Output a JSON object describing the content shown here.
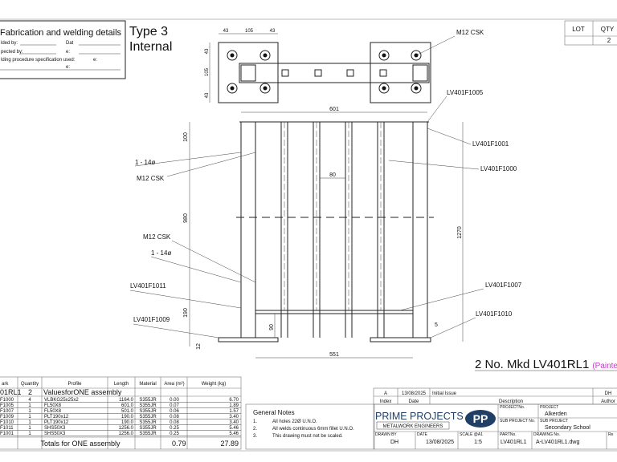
{
  "fab_box": {
    "title": "Fabrication and welding details",
    "welded_by": "lded by:",
    "inspected_by": "pected by:",
    "wps": "lding procedure specification used:",
    "date1": "Dat",
    "date2": "e:",
    "date3": "e:",
    "date4": "e:"
  },
  "type_box": {
    "line1": "Type 3",
    "line2": "Internal"
  },
  "lot_qty": {
    "lot_header": "LOT",
    "qty_header": "QTY",
    "lot": "",
    "qty": "2"
  },
  "plan_view": {
    "dims": [
      "43",
      "105",
      "43"
    ],
    "vdims": [
      "43",
      "105",
      "43"
    ],
    "label_m12": "M12 CSK"
  },
  "elevation": {
    "dim_width": "601",
    "dim_spacing": "80",
    "dim_bottom": "551",
    "dim_100": "100",
    "dim_980": "980",
    "dim_190": "190",
    "dim_12": "12",
    "dim_90": "90",
    "dim_1270": "1270",
    "dim_5": "5",
    "labels": {
      "f1005": "LV401F1005",
      "f1001": "LV401F1001",
      "f1000": "LV401F1000",
      "hole_top": "1 - 14ø",
      "csk_top": "M12 CSK",
      "csk_mid": "M12 CSK",
      "hole_mid": "1 - 14ø",
      "f1011": "LV401F1011",
      "f1007": "LV401F1007",
      "f1010": "LV401F1010",
      "f1009": "LV401F1009"
    }
  },
  "assembly_title": {
    "text": "2 No. Mkd LV401RL1",
    "painted": "(Painted)",
    "painted_color": "#cc33cc"
  },
  "bom": {
    "headers": [
      "ark",
      "Quantity",
      "Profile",
      "Length",
      "Material",
      "Area (m²)",
      "Weight (kg)"
    ],
    "assembly": {
      "mark": "01RL1",
      "qty": "2",
      "desc": "ValuesforONE assembly"
    },
    "rows": [
      {
        "mark": "F1000",
        "qty": "4",
        "profile": "VLBKG25x25x2",
        "length": "1164.0",
        "material": "S355JR",
        "area": "0.00",
        "weight": "6.70"
      },
      {
        "mark": "F1005",
        "qty": "1",
        "profile": "FL50X8",
        "length": "601.0",
        "material": "S355JR",
        "area": "0.07",
        "weight": "1.89"
      },
      {
        "mark": "F1007",
        "qty": "1",
        "profile": "FL50X8",
        "length": "501.0",
        "material": "S355JR",
        "area": "0.06",
        "weight": "1.57"
      },
      {
        "mark": "F1009",
        "qty": "1",
        "profile": "PLT190x12",
        "length": "190.0",
        "material": "S355JR",
        "area": "0.08",
        "weight": "3.40"
      },
      {
        "mark": "F1010",
        "qty": "1",
        "profile": "PLT190x12",
        "length": "190.0",
        "material": "S355JR",
        "area": "0.08",
        "weight": "3.40"
      },
      {
        "mark": "F1011",
        "qty": "1",
        "profile": "SHS50X3",
        "length": "1256.0",
        "material": "S355JR",
        "area": "0.25",
        "weight": "5.46"
      },
      {
        "mark": "F1001",
        "qty": "1",
        "profile": "SHS50X3",
        "length": "1256.0",
        "material": "S355JR",
        "area": "0.25",
        "weight": "5.46"
      }
    ],
    "totals_label": "Totals for ONE assembly",
    "total_area": "0.79",
    "total_weight": "27.89"
  },
  "notes": {
    "title": "General Notes",
    "items": [
      {
        "num": "1.",
        "text": "All holes 22Ø U.N.O."
      },
      {
        "num": "2.",
        "text": "All welds continuous 6mm fillet U.N.O."
      },
      {
        "num": "3.",
        "text": "This drawing must not be scaled."
      }
    ]
  },
  "revisions": {
    "row": {
      "index": "A",
      "date": "13/08/2025",
      "description": "Initial Issue",
      "author": "DH"
    },
    "headers": {
      "index": "Index",
      "date": "Date",
      "description": "Description",
      "author": "Author"
    }
  },
  "title_block": {
    "company": "PRIME PROJECTS",
    "tagline": "METALWORK ENGINEERS",
    "logo_text": "PP",
    "brand_color": "#1f3f66",
    "project_no_label": "PROJECTNo.",
    "project_label": "PROJECT",
    "project": "Alkerden",
    "sub_project_no_label": "SUB PROJECT No.",
    "sub_project_label": "SUB PROJECT",
    "sub_project": "Secondary School",
    "drawn_by_label": "DRAWN BY",
    "drawn_by": "DH",
    "date_label": "DATE",
    "date": "13/08/2025",
    "scale_label": "SCALE @A1",
    "scale": "1:5",
    "part_no_label": "PARTNo.",
    "part_no": "LV401RL1",
    "drawing_no_label": "DRAWING No.",
    "drawing_no": "A-LV401RL1.dwg",
    "rev_label": "Re"
  }
}
